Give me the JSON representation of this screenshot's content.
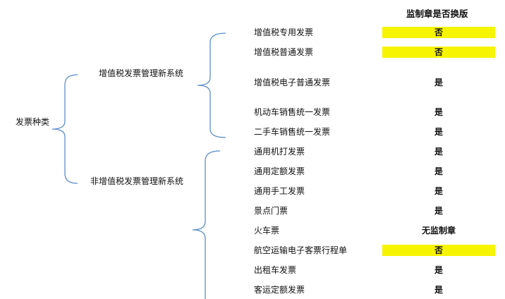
{
  "header": {
    "column_title": "监制章是否换版"
  },
  "root": {
    "label": "发票种类"
  },
  "groups": [
    {
      "label": "增值税发票管理新系统"
    },
    {
      "label": "非增值税发票管理新系统"
    }
  ],
  "rows": [
    {
      "name": "增值税专用发票",
      "value": "否",
      "highlight": true
    },
    {
      "name": "增值税普通发票",
      "value": "否",
      "highlight": true
    },
    {
      "name": "增值税电子普通发票",
      "value": "是",
      "highlight": false
    },
    {
      "name": "机动车销售统一发票",
      "value": "是",
      "highlight": false
    },
    {
      "name": "二手车销售统一发票",
      "value": "是",
      "highlight": false
    },
    {
      "name": "通用机打发票",
      "value": "是",
      "highlight": false
    },
    {
      "name": "通用定额发票",
      "value": "是",
      "highlight": false
    },
    {
      "name": "通用手工发票",
      "value": "是",
      "highlight": false
    },
    {
      "name": "景点门票",
      "value": "是",
      "highlight": false
    },
    {
      "name": "火车票",
      "value": "无监制章",
      "highlight": false
    },
    {
      "name": "航空运输电子客票行程单",
      "value": "否",
      "highlight": true
    },
    {
      "name": "出租车发票",
      "value": "是",
      "highlight": false
    },
    {
      "name": "客运定额发票",
      "value": "是",
      "highlight": false
    }
  ],
  "colors": {
    "bracket": "#5b8ec9",
    "highlight": "#f7f400"
  }
}
